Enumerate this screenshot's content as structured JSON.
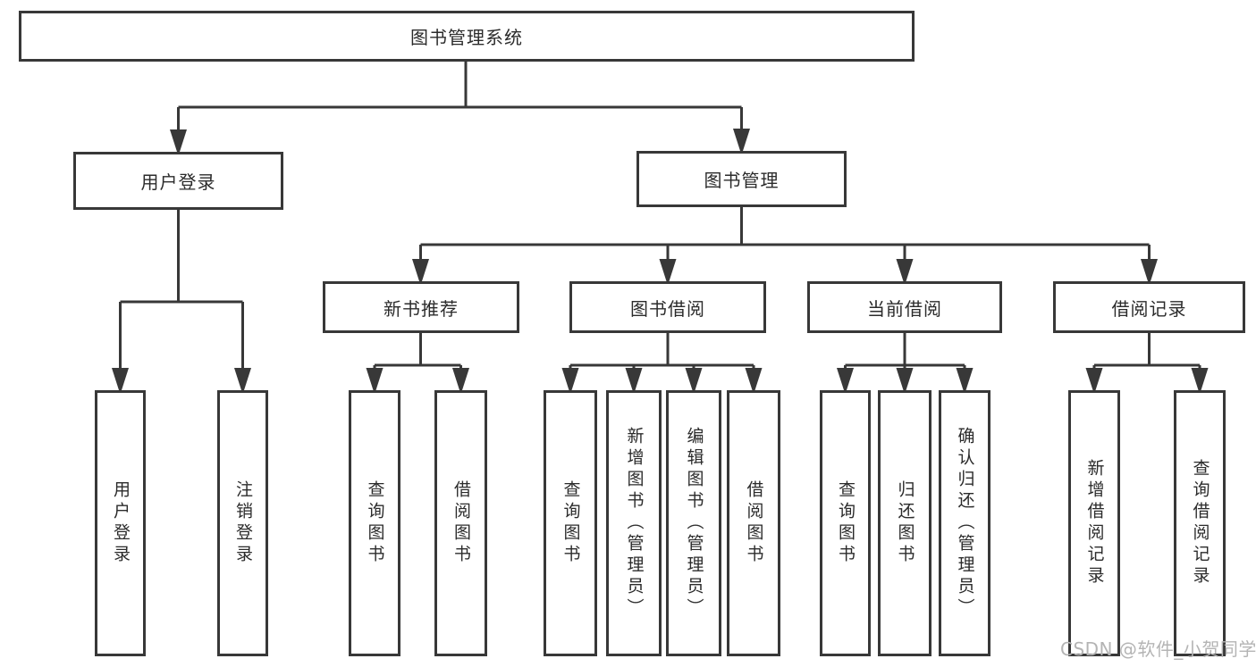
{
  "diagram": {
    "root": {
      "label": "图书管理系统"
    },
    "branches": [
      {
        "label": "用户登录",
        "children": [
          {
            "label": "用户登录"
          },
          {
            "label": "注销登录"
          }
        ]
      },
      {
        "label": "图书管理",
        "children": [
          {
            "label": "新书推荐",
            "children": [
              {
                "label": "查询图书"
              },
              {
                "label": "借阅图书"
              }
            ]
          },
          {
            "label": "图书借阅",
            "children": [
              {
                "label": "查询图书"
              },
              {
                "label": "新增图书（管理员）"
              },
              {
                "label": "编辑图书（管理员）"
              },
              {
                "label": "借阅图书"
              }
            ]
          },
          {
            "label": "当前借阅",
            "children": [
              {
                "label": "查询图书"
              },
              {
                "label": "归还图书"
              },
              {
                "label": "确认归还（管理员）"
              }
            ]
          },
          {
            "label": "借阅记录",
            "children": [
              {
                "label": "新增借阅记录"
              },
              {
                "label": "查询借阅记录"
              }
            ]
          }
        ]
      }
    ]
  },
  "watermark": {
    "text": "CSDN @软件_小贺同学"
  },
  "colors": {
    "line": "#383838",
    "text": "#2b2b2b",
    "background": "#ffffff",
    "watermark": "#b4b4b4"
  }
}
